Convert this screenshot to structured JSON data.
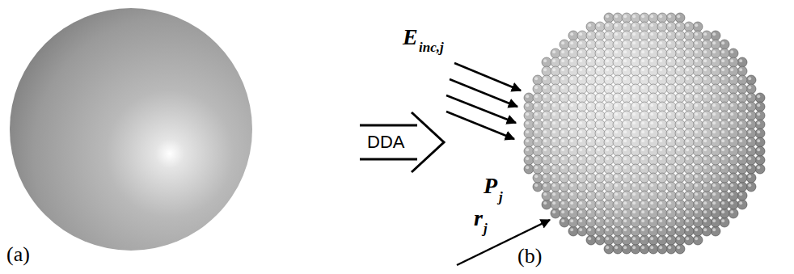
{
  "diagram": {
    "labels": [
      "(a)",
      "DDA",
      "E",
      "inc,j",
      "P",
      "j",
      "r",
      "j",
      "(b)"
    ]
  }
}
